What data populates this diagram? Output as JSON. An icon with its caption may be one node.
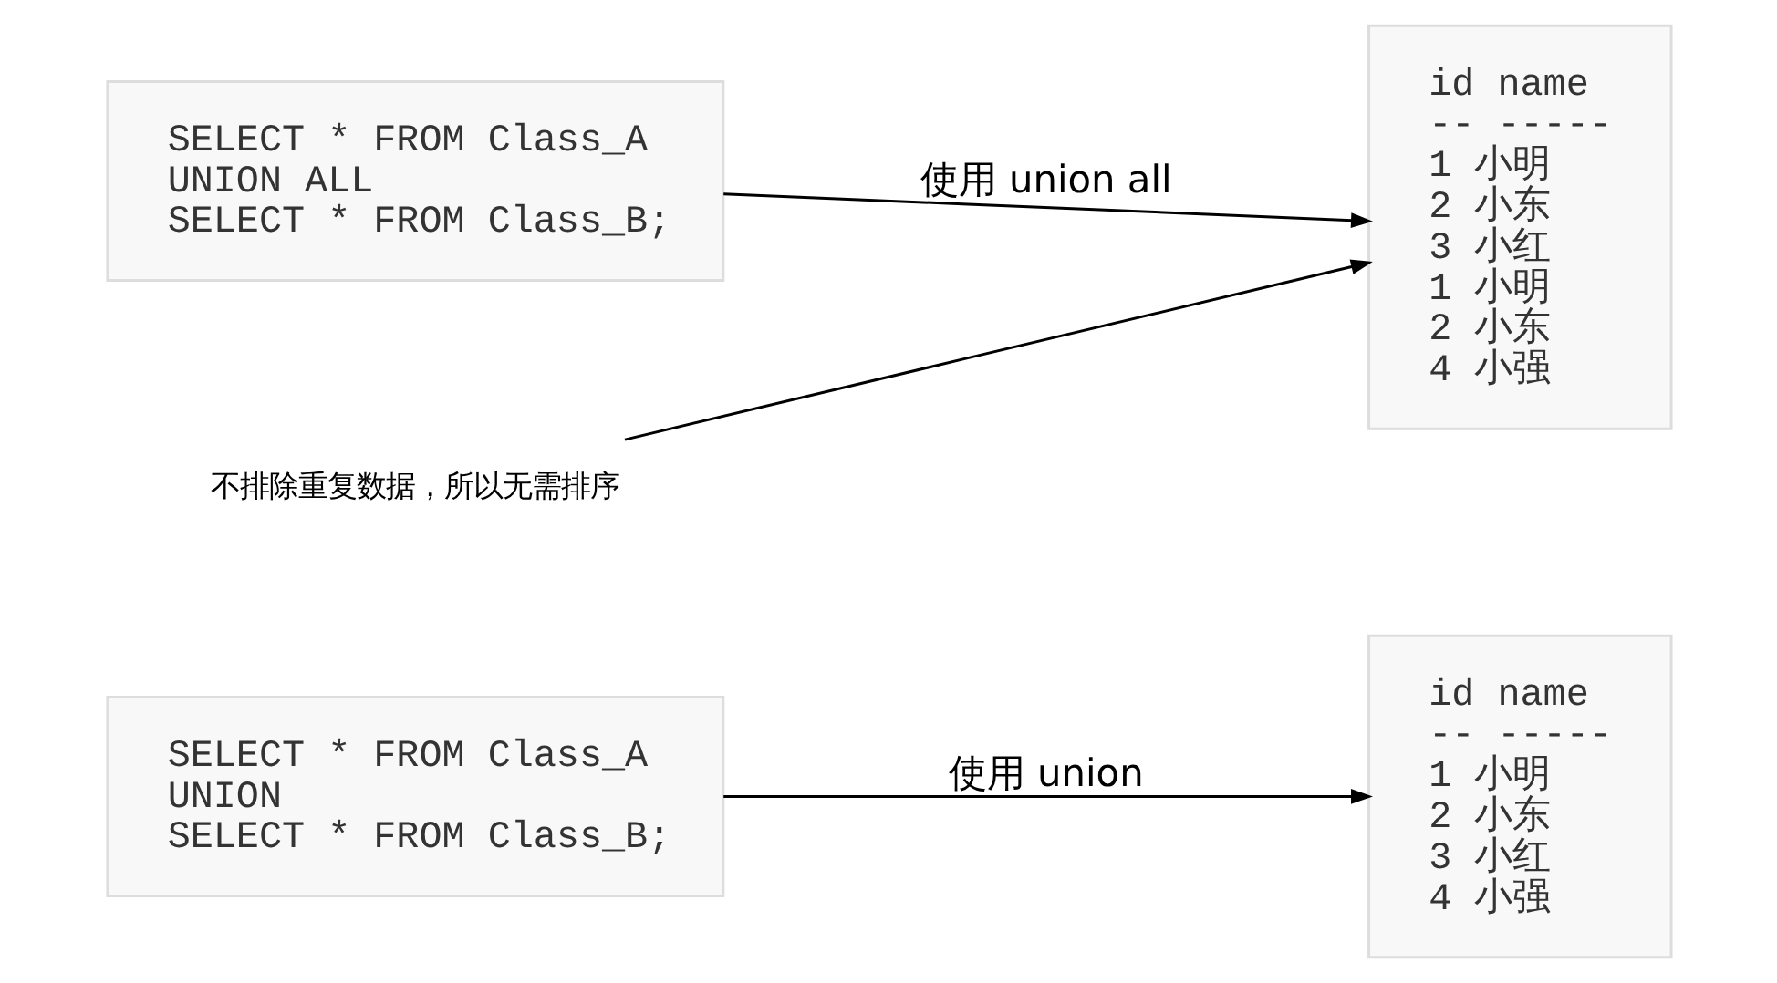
{
  "diagram": {
    "nodes": [
      {
        "text": [
          "SELECT * FROM Class_A",
          "UNION",
          "SELECT * FROM Class_B;"
        ]
      },
      {
        "text": [
          "id name",
          "-- -----",
          "1 小明",
          "2 小东",
          "3 小红",
          "4 小强"
        ]
      },
      {
        "text": [
          "SELECT * FROM Class_A",
          "UNION ALL",
          "SELECT * FROM Class_B;"
        ]
      },
      {
        "text": [
          "id name",
          "-- -----",
          "1 小明",
          "2 小东",
          "3 小红",
          "1 小明",
          "2 小东",
          "4 小强"
        ]
      },
      {
        "text": [
          "不排除重复数据，所以无需排序"
        ]
      }
    ],
    "edges": [
      {
        "from": 0,
        "to": 1,
        "arrow": "to",
        "label": "使用 union"
      },
      {
        "from": 2,
        "to": 3,
        "arrow": "to",
        "label": "使用 union all"
      },
      {
        "from": 4,
        "to": 3,
        "arrow": "to"
      }
    ]
  }
}
